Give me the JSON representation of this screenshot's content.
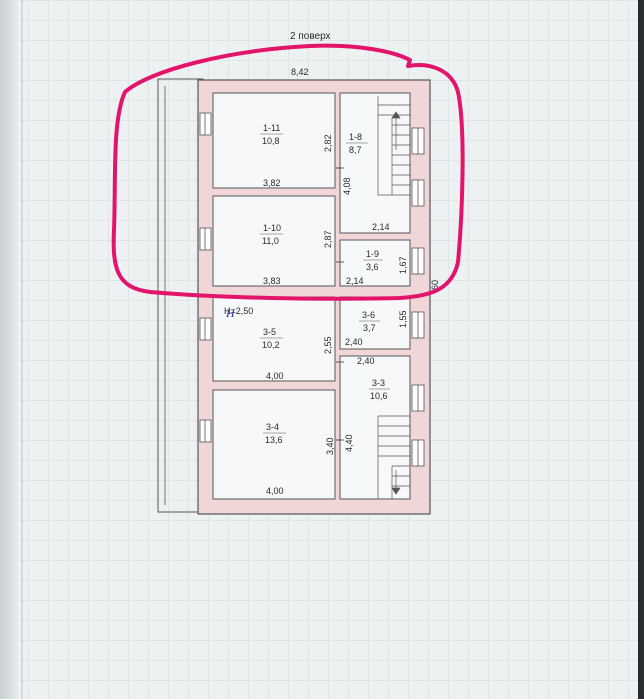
{
  "plan": {
    "floor_title": "2 поверх",
    "overall_width": "8,42",
    "height_note": "Н=2,50",
    "right_dim": "60",
    "colors": {
      "wall": "#f0d6d6",
      "wall_stroke": "#555555",
      "highlight": "#e2146b"
    },
    "rooms": {
      "r1_11": {
        "code": "1-11",
        "area": "10,8"
      },
      "r1_10": {
        "code": "1-10",
        "area": "11,0"
      },
      "r1_8": {
        "code": "1-8",
        "area": "8,7"
      },
      "r1_9": {
        "code": "1-9",
        "area": "3,6"
      },
      "r3_5": {
        "code": "3-5",
        "area": "10,2"
      },
      "r3_6": {
        "code": "3-6",
        "area": "3,7"
      },
      "r3_3": {
        "code": "3-3",
        "area": "10,6"
      },
      "r3_4": {
        "code": "3-4",
        "area": "13,6"
      }
    },
    "dims": {
      "d_3_82": "3,82",
      "d_2_82": "2,82",
      "d_4_08": "4,08",
      "d_2_14a": "2,14",
      "d_2_87": "2,87",
      "d_3_83": "3,83",
      "d_2_14b": "2,14",
      "d_1_67": "1,67",
      "d_2_55": "2,55",
      "d_2_40a": "2,40",
      "d_2_40b": "2,40",
      "d_1_55": "1,55",
      "d_4_00a": "4,00",
      "d_3_40": "3,40",
      "d_4_40": "4,40",
      "d_4_00b": "4,00"
    }
  }
}
